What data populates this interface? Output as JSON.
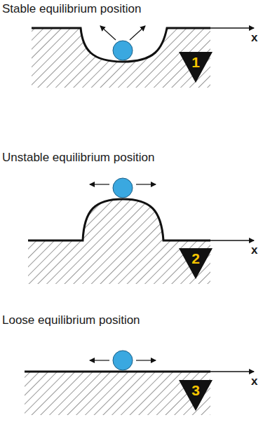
{
  "diagram": {
    "nodes": [
      {
        "text": [
          "1"
        ]
      },
      {
        "text": [
          "2"
        ]
      },
      {
        "text": [
          "3"
        ]
      }
    ],
    "labels": [
      "Stable equilibrium position",
      "x",
      "Unstable equilibrium position",
      "x",
      "Loose equilibrium position",
      "x"
    ]
  }
}
